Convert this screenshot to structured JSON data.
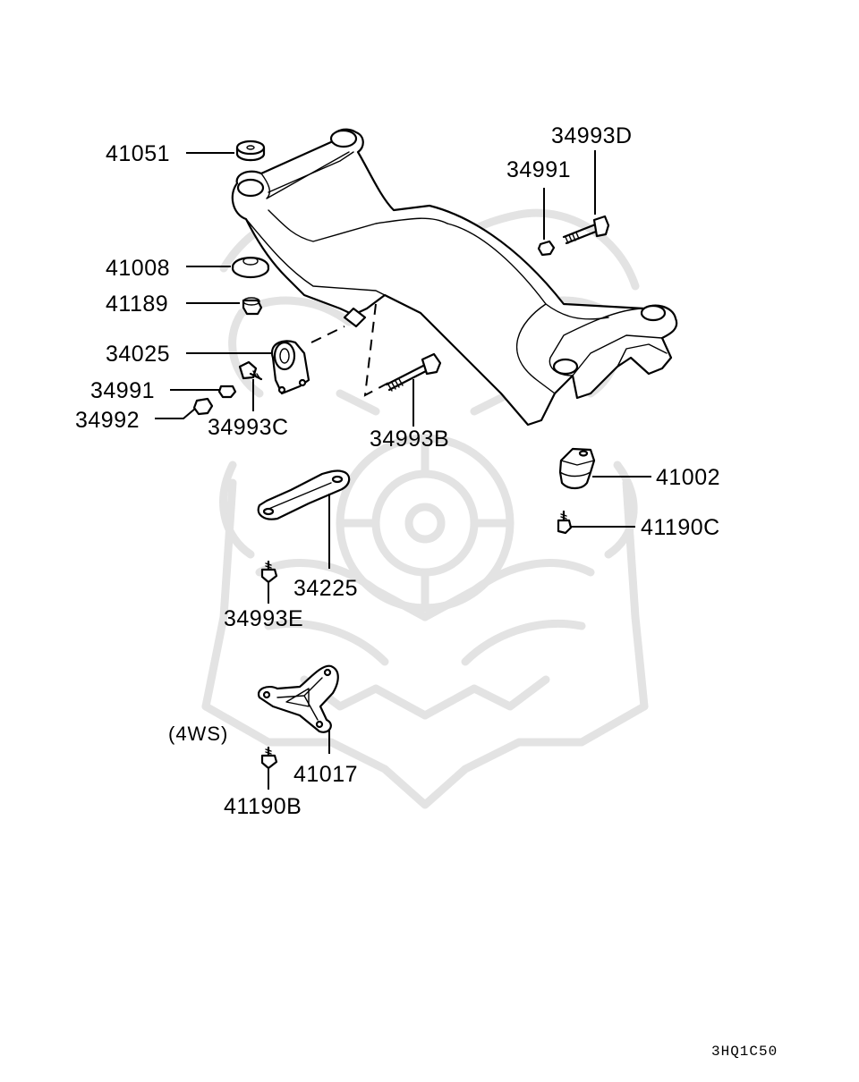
{
  "labels": {
    "p41051": "41051",
    "p41008": "41008",
    "p41189": "41189",
    "p34025": "34025",
    "p34991a": "34991",
    "p34992": "34992",
    "p34993C": "34993C",
    "p34993B": "34993B",
    "p34991b": "34991",
    "p34993D": "34993D",
    "p41002": "41002",
    "p41190C": "41190C",
    "p34225": "34225",
    "p34993E": "34993E",
    "p41017": "41017",
    "p41190B": "41190B"
  },
  "note": "(4WS)",
  "diagram_code": "3HQ1C50",
  "icons": [
    "samurai-helmet-watermark-icon"
  ],
  "colors": {
    "line": "#000000",
    "watermark": "#e3e3e3",
    "background": "#ffffff"
  }
}
